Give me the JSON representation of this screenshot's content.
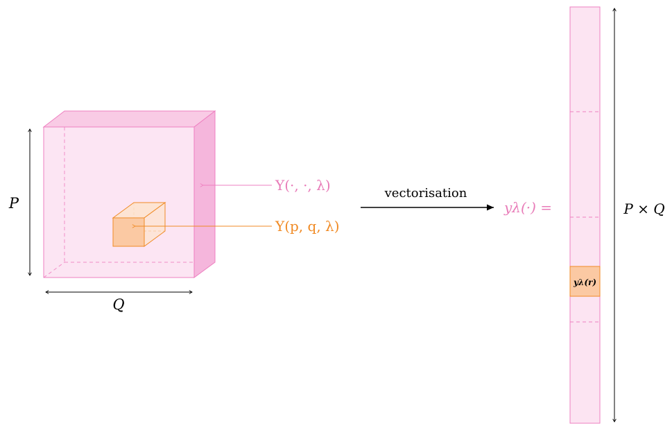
{
  "colors": {
    "pink_stroke": "#ee7fc0",
    "pink_fill_light": "#fce4f2",
    "pink_fill_mid": "#f9cbe5",
    "pink_fill_side": "#f5b6dc",
    "orange_stroke": "#f08a24",
    "orange_fill": "#fbc9a3",
    "orange_fill_light": "#fde3cf"
  },
  "labels": {
    "dim_p": "P",
    "dim_q": "Q",
    "slice_label": "Y(·, ·, λ)",
    "pixel_label": "Y(p, q, λ)",
    "arrow_caption": "vectorisation",
    "vector_label": "yλ(·) =",
    "element_label": "yλ(r)",
    "vector_length": "P × Q"
  }
}
